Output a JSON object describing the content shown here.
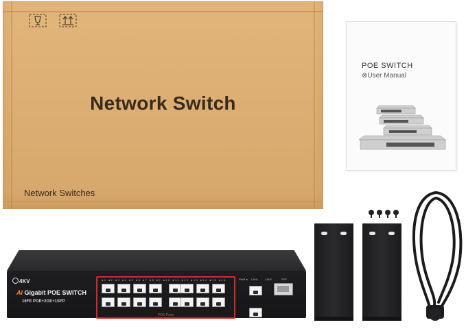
{
  "box": {
    "title": "Network Switch",
    "subtitle": "Network Switches",
    "color": "#ddaf74"
  },
  "manual": {
    "title": "POE SWITCH",
    "subtitle": "User Manual"
  },
  "switch": {
    "brand": "4KV",
    "model_prefix": "AI",
    "model": "Gigabit POE SWITCH",
    "spec": "16FE POE+2GE+1SFP",
    "poe_label": "POE Ports",
    "uplink1_label": "LAN1",
    "uplink2_label": "LAN2",
    "sfp_label": "SFP",
    "accent_color": "#d42a2a"
  },
  "accessories": {
    "rack_ears": 2,
    "screws": 4,
    "power_cord": 1
  }
}
